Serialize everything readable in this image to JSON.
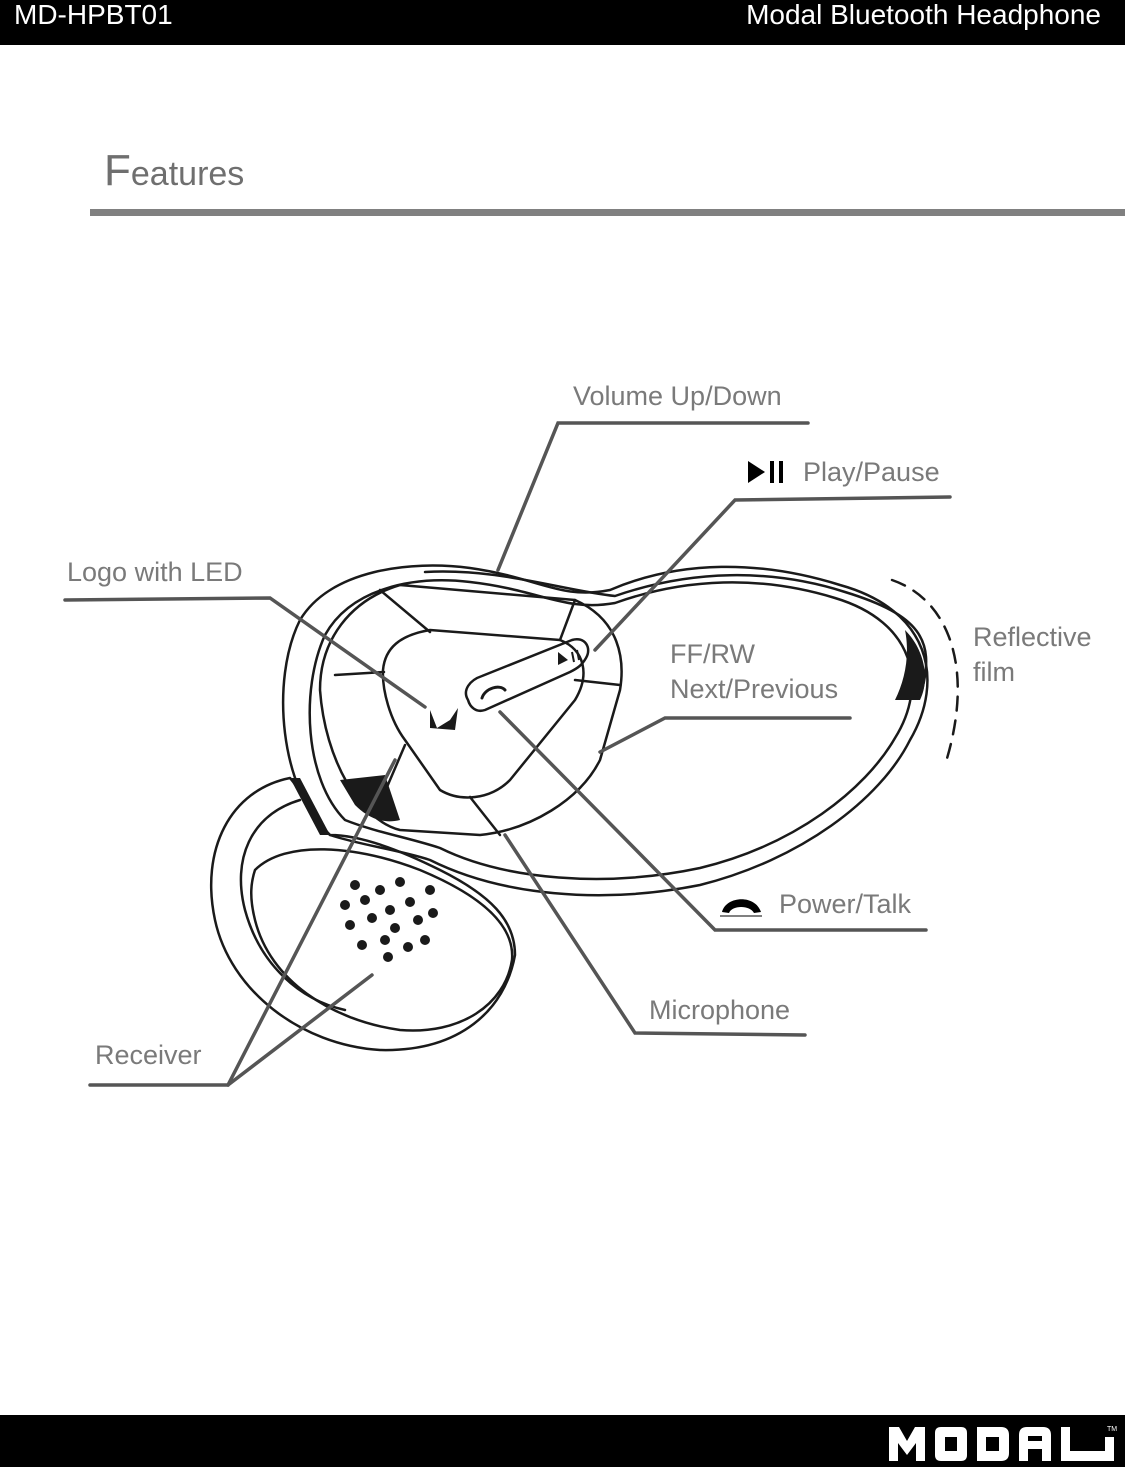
{
  "header": {
    "model": "MD-HPBT01",
    "title": "Modal Bluetooth Headphone"
  },
  "section": {
    "title_first_letter": "F",
    "title_rest": "eatures"
  },
  "callouts": {
    "volume": "Volume Up/Down",
    "play_pause": "Play/Pause",
    "logo_led": "Logo with LED",
    "reflective_line1": "Reflective",
    "reflective_line2": "film",
    "ffrw_line1": "FF/RW",
    "ffrw_line2": "Next/Previous",
    "power_talk": "Power/Talk",
    "microphone": "Microphone",
    "receiver": "Receiver"
  },
  "footer": {
    "logo_text": "MODAL",
    "trademark": "TM"
  },
  "icons": {
    "play_pause": "play-pause-icon",
    "phone": "phone-icon"
  }
}
